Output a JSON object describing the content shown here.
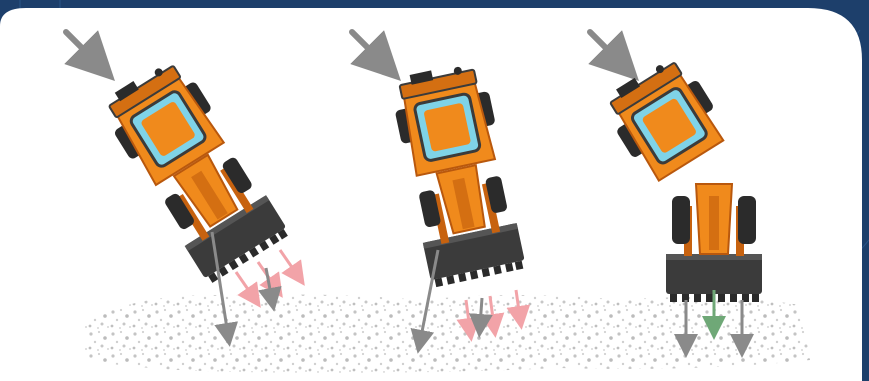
{
  "colors": {
    "frame_blue": "#1d3f6b",
    "frame_blue_light": "#2c5a8f",
    "panel_white": "#ffffff",
    "machine_orange": "#f08a1c",
    "machine_orange_dark": "#b9580d",
    "cab_glass": "#7fd3e8",
    "tire_black": "#2b2b2b",
    "bucket_gray": "#3b3b3b",
    "arrow_gray": "#8a8a8a",
    "arrow_pink": "#f2a3a8",
    "arrow_green": "#6fa877",
    "gravel_gray": "#c9c9c9"
  },
  "panels": [
    {
      "name": "loader-diagonal-left",
      "description_icon": "loader-icon"
    },
    {
      "name": "loader-diagonal-mid",
      "description_icon": "loader-icon"
    },
    {
      "name": "loader-straight",
      "description_icon": "loader-icon"
    }
  ]
}
